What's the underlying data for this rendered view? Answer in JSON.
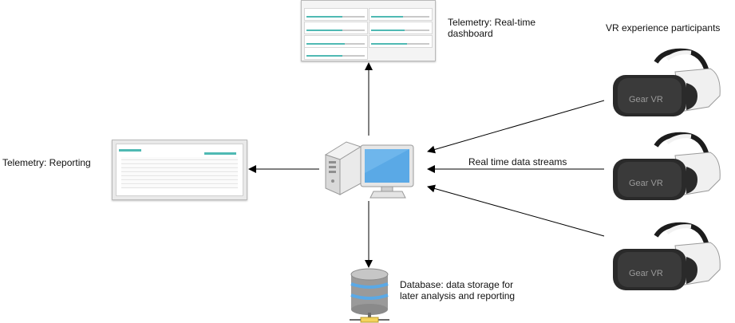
{
  "labels": {
    "dashboard": "Telemetry: Real-time dashboard",
    "reporting": "Telemetry: Reporting",
    "participants": "VR experience participants",
    "streams": "Real time data streams",
    "database": "Database: data storage for later analysis and reporting"
  },
  "icons": {
    "computer": "computer-icon",
    "database": "database-icon",
    "headset": "vr-headset-icon"
  },
  "headset_brand": "Gear VR",
  "colors": {
    "accent": "#4fb9b3",
    "screen": "#5aa9e6",
    "database": "#8a8a8a",
    "arrow": "#000000"
  }
}
